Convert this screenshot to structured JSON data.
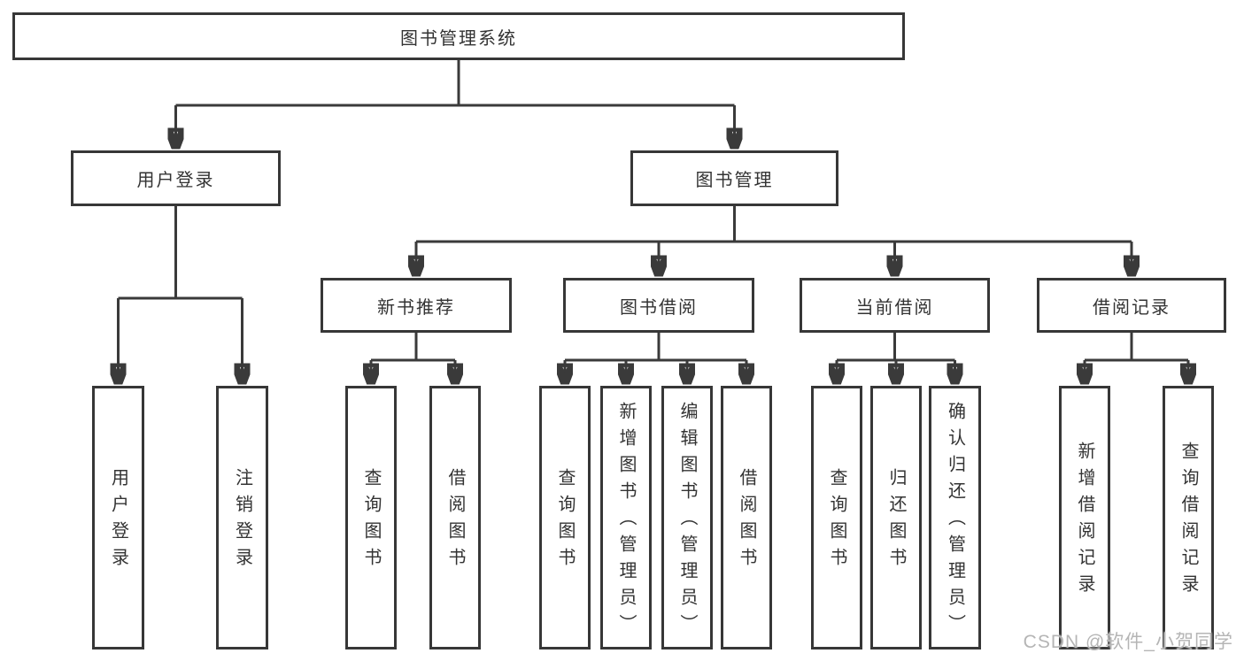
{
  "colors": {
    "background": "#ffffff",
    "line": "#3a3a3a",
    "box_border": "#373737",
    "text": "#333333",
    "watermark": "#b5b5b5"
  },
  "watermark": {
    "text": "CSDN @软件_小贺同学"
  },
  "tree": {
    "root": {
      "label": "图书管理系统"
    },
    "children": [
      {
        "label": "用户登录",
        "children": [
          {
            "label": "用户登录"
          },
          {
            "label": "注销登录"
          }
        ]
      },
      {
        "label": "图书管理",
        "children": [
          {
            "label": "新书推荐",
            "children": [
              {
                "label": "查询图书"
              },
              {
                "label": "借阅图书"
              }
            ]
          },
          {
            "label": "图书借阅",
            "children": [
              {
                "label": "查询图书"
              },
              {
                "label": "新增图书（管理员）"
              },
              {
                "label": "编辑图书（管理员）"
              },
              {
                "label": "借阅图书"
              }
            ]
          },
          {
            "label": "当前借阅",
            "children": [
              {
                "label": "查询图书"
              },
              {
                "label": "归还图书"
              },
              {
                "label": "确认归还（管理员）"
              }
            ]
          },
          {
            "label": "借阅记录",
            "children": [
              {
                "label": "新增借阅记录"
              },
              {
                "label": "查询借阅记录"
              }
            ]
          }
        ]
      }
    ]
  }
}
